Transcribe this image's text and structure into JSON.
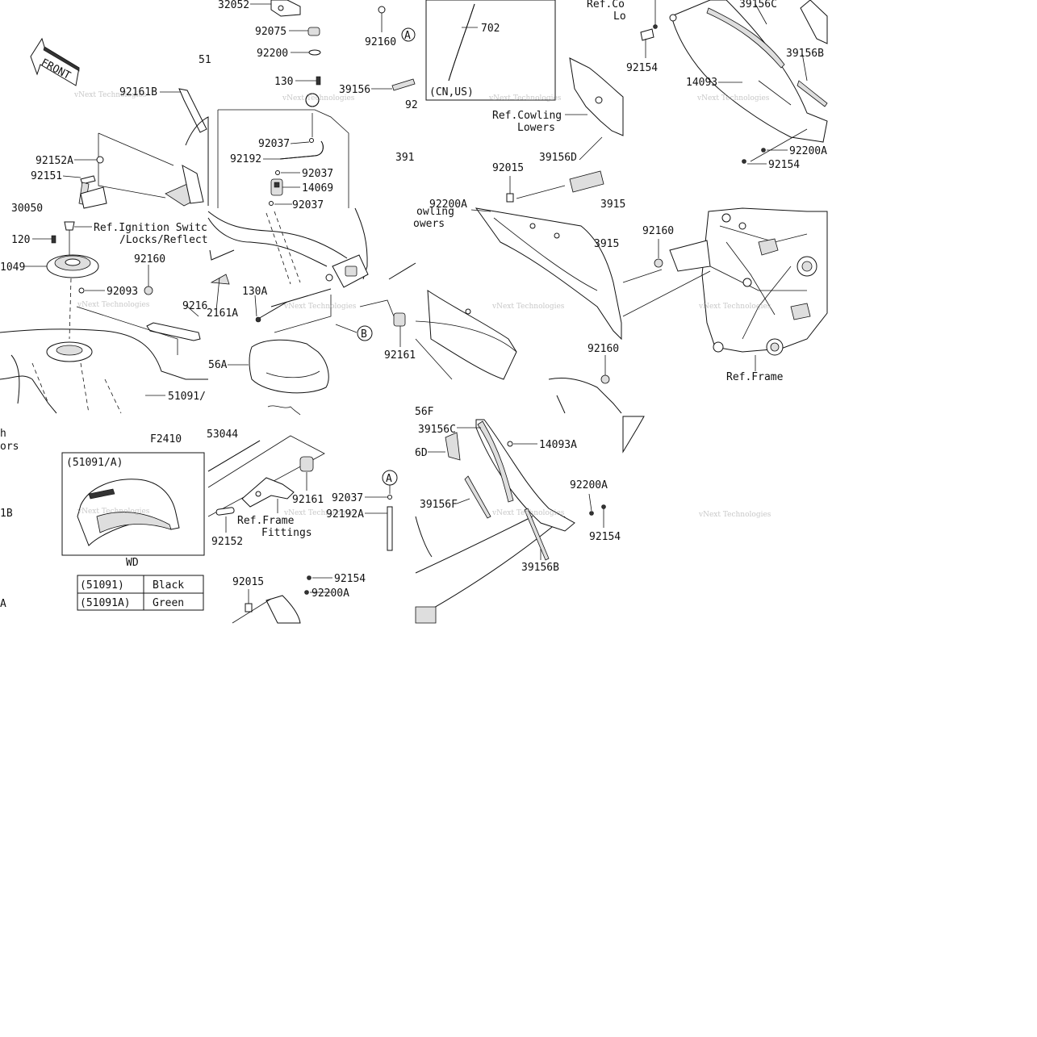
{
  "front_label": "FRONT",
  "watermark": "vNext Technologies",
  "diagram_code": "F2410",
  "variant": {
    "title": "(51091/A)",
    "note": "WD",
    "cn_us_note": "(CN,US)"
  },
  "color_table": [
    {
      "part": "(51091)",
      "color": "Black"
    },
    {
      "part": "(51091A)",
      "color": "Green"
    }
  ],
  "callouts": {
    "A": "A",
    "B": "B"
  },
  "labels": {
    "p32052": "32052",
    "p92075": "92075",
    "p92200": "92200",
    "p130": "130",
    "p92160_a": "92160",
    "p92161b": "92161B",
    "p92152a": "92152A",
    "p92151": "92151",
    "p51_partial": "51",
    "p39156": "39156",
    "p92037_a": "92037",
    "p92192": "92192",
    "p92037_b": "92037",
    "p14069": "14069",
    "p92037_c": "92037",
    "p120": "120",
    "ref_ignition_1": "Ref.Ignition Switc",
    "ref_ignition_2": "/Locks/Reflect",
    "p1049": "1049",
    "p92160_b": "92160",
    "p92093": "92093",
    "p9216_partial": "9216",
    "p2161a": "2161A",
    "p130a": "130A",
    "p56a": "56A",
    "p51091": "51091/",
    "p92161": "92161",
    "p702": "702",
    "ref_cowling_1": "Ref.Cowling",
    "ref_cowling_2": "Lowers",
    "ref_co_partial": "Ref.Co",
    "lo_partial": "Lo",
    "p39156d_a": "39156D",
    "p92015_a": "92015",
    "p92200a_a": "92200A",
    "ref_cowling_3": "Ref.Cowling",
    "ref_cowling_4": "Lowers",
    "p39156c_a": "39156C",
    "p39156b_a": "39156B",
    "p14093": "14093",
    "p92154_a": "92154",
    "p92200a_b": "92200A",
    "p92154_b": "92154",
    "p92160_c": "92160",
    "ref_frame": "Ref.Frame",
    "p92160_d": "92160",
    "p53044": "53044",
    "p92161_b": "92161",
    "p92037_d": "92037",
    "p92192a": "92192A",
    "p92152": "92152",
    "ref_frame_fittings_1": "Ref.Frame",
    "ref_frame_fittings_2": "Fittings",
    "p92015_b": "92015",
    "p92154_c": "92154",
    "p92200a_c": "92200A",
    "p39156c_b": "39156C",
    "p14093a": "14093A",
    "p39156f": "39156F",
    "p92200a_d": "92200A",
    "p92154_d": "92154",
    "p39156b_b": "39156B",
    "p6d_partial": "6D",
    "p56f_partial": "56F",
    "h_partial": "h",
    "ors_partial": "ors",
    "p1b_partial": "1B",
    "a_partial": "A",
    "p391_partial": "391",
    "p3915_partial": "3915",
    "p3915_b_partial": "3915",
    "p92_partial": "92",
    "cowling_partial": "owling",
    "owers_partial": "owers",
    "p30050_partial": "30050"
  }
}
